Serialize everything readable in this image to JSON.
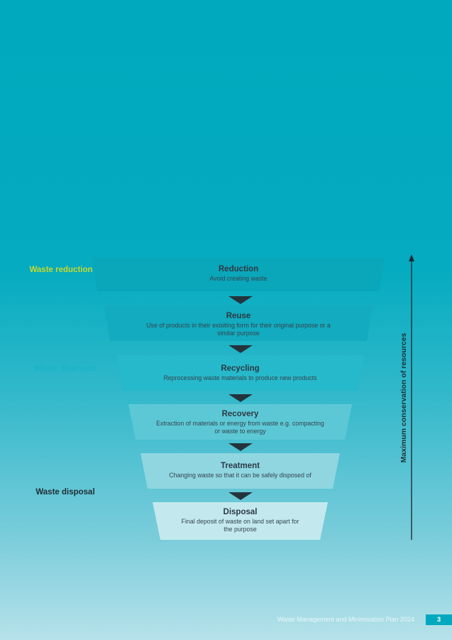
{
  "hierarchy": {
    "levels": [
      {
        "title": "Reduction",
        "description": "Avoid creating waste"
      },
      {
        "title": "Reuse",
        "description": "Use of products in their exisiting form for their original purpose or a similar purpose"
      },
      {
        "title": "Recycling",
        "description": "Reprocessing waste materials to produce new products"
      },
      {
        "title": "Recovery",
        "description": "Extraction of materials or energy from waste e.g. compacting or waste to energy"
      },
      {
        "title": "Treatment",
        "description": "Changing waste so that it can be safely disposed of"
      },
      {
        "title": "Disposal",
        "description": "Final deposit of waste on land set apart for the purpose"
      }
    ],
    "band_colors": [
      "#0aa6ba",
      "#12abbf",
      "#26b9cb",
      "#5cc8d6",
      "#8fd6e1",
      "#c3e9ef"
    ],
    "connector_color": "#24343d"
  },
  "side_labels": [
    {
      "text": "Waste reduction",
      "color": "#c6d92f"
    },
    {
      "text": "Waste diversion",
      "color": "#1ab3c7"
    },
    {
      "text": "Waste disposal",
      "color": "#1f2d36"
    }
  ],
  "axis": {
    "label": "Maximum conservation of resources",
    "color": "#1f2d36"
  },
  "footer": {
    "document_title": "Waste Management and Minimisation Plan 2024",
    "page_number": "3"
  }
}
